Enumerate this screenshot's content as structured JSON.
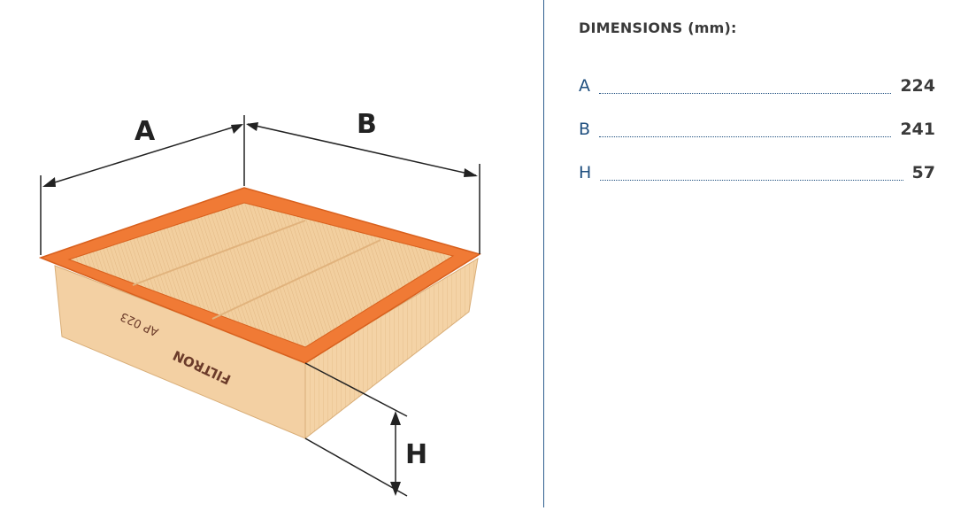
{
  "drawing": {
    "label_a": "A",
    "label_b": "B",
    "label_h": "H",
    "brand_text": "FILTRON",
    "model_text": "AP 023"
  },
  "dimensions": {
    "title": "DIMENSIONS (mm):",
    "rows": [
      {
        "label": "A",
        "value": "224"
      },
      {
        "label": "B",
        "value": "241"
      },
      {
        "label": "H",
        "value": "57"
      }
    ]
  },
  "colors": {
    "frame_orange": "#f07a35",
    "media_beige": "#f2cf9f",
    "divider_blue": "#2f5f8f",
    "label_blue": "#1f4f7f"
  }
}
